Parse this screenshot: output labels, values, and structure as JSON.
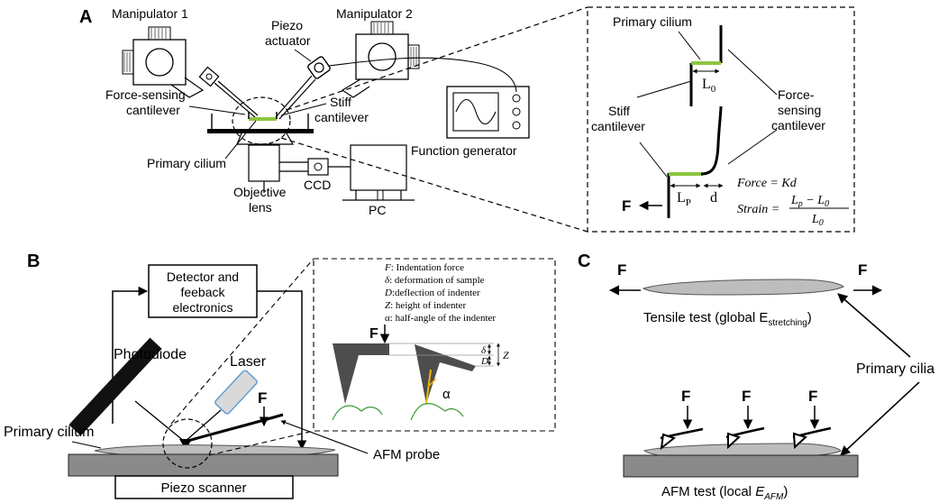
{
  "panels": {
    "a": {
      "letter": "A",
      "manipulator_1": "Manipulator 1",
      "manipulator_2": "Manipulator 2",
      "piezo_actuator_l1": "Piezo",
      "piezo_actuator_l2": "actuator",
      "force_cantilever_l1": "Force-sensing",
      "force_cantilever_l2": "cantilever",
      "stiff_cantilever_l1": "Stiff",
      "stiff_cantilever_l2": "cantilever",
      "primary_cilium": "Primary cilium",
      "function_generator": "Function generator",
      "ccd": "CCD",
      "objective_l1": "Objective",
      "objective_l2": "lens",
      "pc": "PC",
      "inset": {
        "primary_cilium": "Primary cilium",
        "l0": "L",
        "l0_sub": "0",
        "force_sensing_l1": "Force-",
        "force_sensing_l2": "sensing",
        "force_sensing_l3": "cantilever",
        "stiff_l1": "Stiff",
        "stiff_l2": "cantilever",
        "lp": "L",
        "lp_sub": "P",
        "d": "d",
        "f": "F",
        "force_eq": "Force = Kd",
        "strain_label": "Strain =",
        "strain_num_a": "L",
        "strain_num_a_sub": "p",
        "strain_num_mid": " − L",
        "strain_num_b_sub": "0",
        "strain_den": "L",
        "strain_den_sub": "0"
      }
    },
    "b": {
      "letter": "B",
      "detector_l1": "Detector and",
      "detector_l2": "feeback",
      "detector_l3": "electronics",
      "photodiode": "Photodiode",
      "laser": "Laser",
      "f": "F",
      "primary_cilium": "Primary cilium",
      "afm_probe": "AFM probe",
      "piezo_scanner": "Piezo scanner",
      "legend": [
        {
          "sym": "F",
          "desc": ": Indentation force"
        },
        {
          "sym": "δ",
          "desc": ": deformation of sample"
        },
        {
          "sym": "D",
          "desc": ":deflection of indenter"
        },
        {
          "sym": "Z",
          "desc": ": height of indenter"
        },
        {
          "sym": "α",
          "desc": ": half-angle of the indenter"
        }
      ],
      "inset_f": "F",
      "delta": "δ",
      "d_cap": "D",
      "z": "Z",
      "alpha": "α"
    },
    "c": {
      "letter": "C",
      "f_left": "F",
      "f_right": "F",
      "tensile_main": "Tensile test (global E",
      "tensile_sub": "stretching",
      "tensile_end": ")",
      "primary_cilia": "Primary cilia",
      "afm_f": [
        "F",
        "F",
        "F"
      ],
      "afm_main": "AFM test (local ",
      "afm_e": "E",
      "afm_sub": "AFM",
      "afm_end": ")"
    }
  },
  "colors": {
    "cilium_green": "#8cc63f",
    "cilium_gray": "#bdbdbd",
    "substrate_gray": "#8a8a8a",
    "probe_gray": "#4d4d4d",
    "laser_fill": "#d9d9d9",
    "laser_stroke": "#5b9bd5",
    "indenter_yellow": "#f2b800",
    "cell_green": "#3a9a3a"
  }
}
